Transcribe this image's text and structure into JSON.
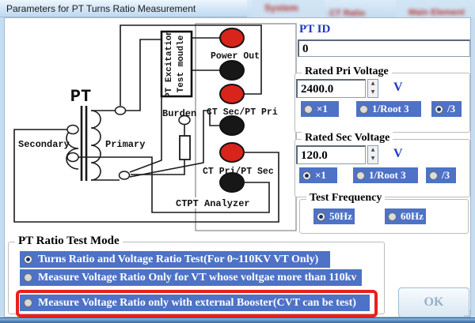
{
  "window": {
    "title": "Parameters for PT Turns Ratio Measurement"
  },
  "background": {
    "fragments": [
      "System",
      "CT Ratio",
      "Main Element"
    ]
  },
  "diagram": {
    "pt": "PT",
    "secondary": "Secondary",
    "primary": "Primary",
    "burden": "Burden",
    "module_line1": "PT Excitation",
    "module_line2": "Test moudle",
    "power_out": "Power Out",
    "ct_sec_pt_pri": "CT Sec/PT Pri",
    "ct_pri_pt_sec": "CT Pri/PT Sec",
    "analyzer": "CTPT Analyzer"
  },
  "panel": {
    "pt_id_label": "PT ID",
    "pt_id_value": "0",
    "rated_pri": {
      "title": "Rated Pri Voltage",
      "value": "2400.0",
      "unit": "V",
      "options": [
        {
          "label": "×1",
          "selected": false
        },
        {
          "label": "1/Root 3",
          "selected": false
        },
        {
          "label": "/3",
          "selected": true
        }
      ]
    },
    "rated_sec": {
      "title": "Rated Sec Voltage",
      "value": "120.0",
      "unit": "V",
      "options": [
        {
          "label": "×1",
          "selected": true
        },
        {
          "label": "1/Root 3",
          "selected": false
        },
        {
          "label": "/3",
          "selected": false
        }
      ]
    },
    "test_frequency": {
      "title": "Test Frequency",
      "options": [
        {
          "label": "50Hz",
          "selected": true
        },
        {
          "label": "60Hz",
          "selected": false
        }
      ]
    }
  },
  "test_mode": {
    "title": "PT Ratio Test Mode",
    "options": [
      {
        "label": "Turns Ratio and Voltage Ratio Test(For 0~110KV VT Only)",
        "selected": true
      },
      {
        "label": "Measure Voltage Ratio Only for VT whose voltgae more than 110kv",
        "selected": false
      },
      {
        "label": "Measure Voltage Ratio only with external Booster(CVT can be test)",
        "selected": false
      }
    ],
    "highlighted_option_index": 2
  },
  "ok_label": "OK",
  "colors": {
    "chip_blue": "#4d72c6",
    "label_blue": "#2238c4",
    "terminal_red": "#d9241c",
    "terminal_black": "#171717",
    "highlight_red": "#e8201c"
  }
}
